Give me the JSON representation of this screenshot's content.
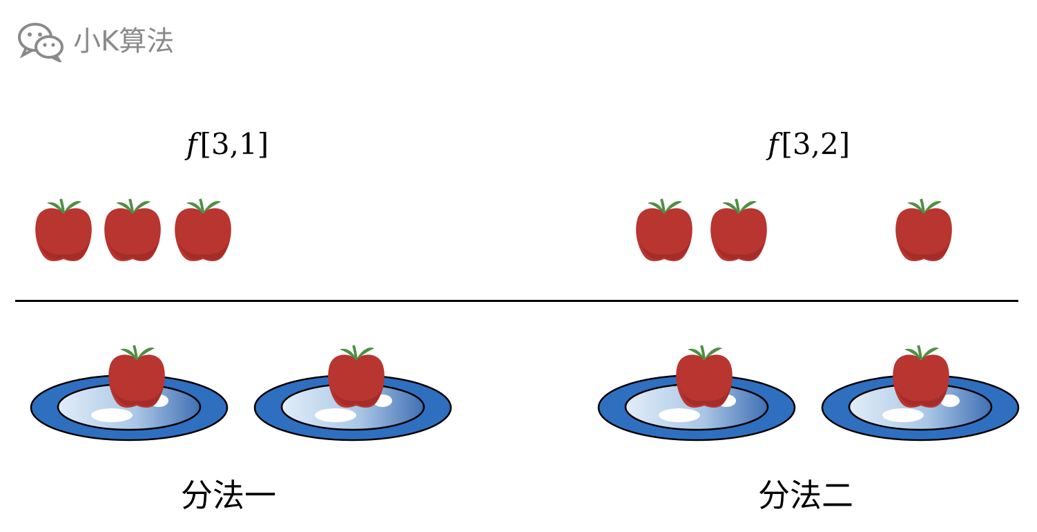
{
  "watermark": {
    "icon": "wechat-icon",
    "text": "小K算法",
    "color": "#8a8a8a"
  },
  "left": {
    "formula": {
      "function": "f",
      "args": "[3,1]"
    },
    "caption": "分法一"
  },
  "right": {
    "formula": {
      "function": "f",
      "args": "[3,2]"
    },
    "caption": "分法二"
  },
  "colors": {
    "apple": "#b83530",
    "apple_shadow": "#a52c28",
    "leaf": "#4e8f43",
    "plate_rim": "#2f6fc0",
    "plate_inner_light": "#d7e6f5",
    "plate_inner_dark": "#4a78b8",
    "outline": "#000000"
  }
}
